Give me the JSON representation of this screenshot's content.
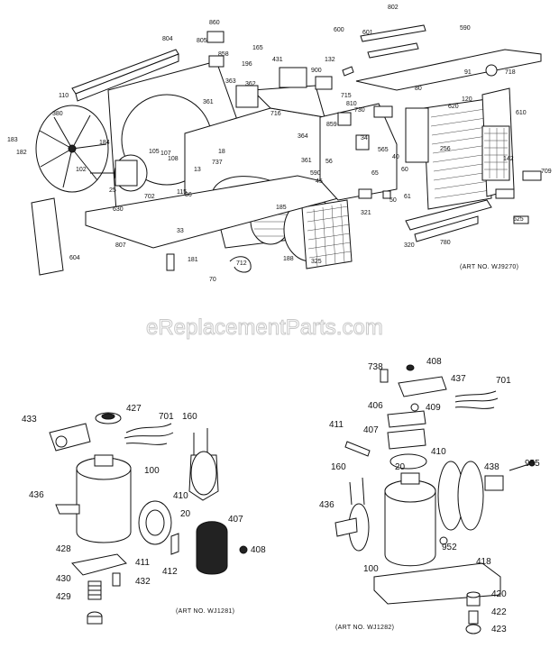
{
  "watermark": "eReplacementParts.com",
  "art_numbers": {
    "top": "(ART NO. WJ9270)",
    "bottom_left": "(ART NO. WJ1281)",
    "bottom_right": "(ART NO. WJ1282)"
  },
  "top_labels": [
    "802",
    "601",
    "860",
    "600",
    "590",
    "804",
    "805",
    "165",
    "858",
    "431",
    "132",
    "900",
    "718",
    "91",
    "196",
    "363",
    "362",
    "80",
    "110",
    "380",
    "361",
    "716",
    "715",
    "120",
    "610",
    "810",
    "730",
    "620",
    "183",
    "182",
    "184",
    "102",
    "105",
    "107",
    "108",
    "13",
    "18",
    "737",
    "364",
    "859",
    "361",
    "34",
    "565",
    "256",
    "142",
    "709",
    "25",
    "702",
    "115",
    "36",
    "40",
    "590",
    "45",
    "56",
    "65",
    "60",
    "61",
    "50",
    "321",
    "625",
    "604",
    "630",
    "807",
    "33",
    "181",
    "185",
    "188",
    "325",
    "320",
    "780",
    "70",
    "712"
  ],
  "bl_labels": {
    "l427": "427",
    "l433": "433",
    "l701": "701",
    "l160": "160",
    "l100": "100",
    "l436": "436",
    "l410": "410",
    "l20": "20",
    "l407": "407",
    "l428": "428",
    "l411": "411",
    "l412": "412",
    "l408": "408",
    "l430": "430",
    "l432": "432",
    "l429": "429"
  },
  "br_labels": {
    "l738": "738",
    "l408": "408",
    "l437": "437",
    "l409": "409",
    "l701": "701",
    "l406": "406",
    "l411": "411",
    "l407": "407",
    "l410": "410",
    "l20": "20",
    "l438": "438",
    "l955": "955",
    "l160": "160",
    "l436": "436",
    "l952": "952",
    "l100": "100",
    "l418": "418",
    "l420": "420",
    "l422": "422",
    "l423": "423"
  }
}
